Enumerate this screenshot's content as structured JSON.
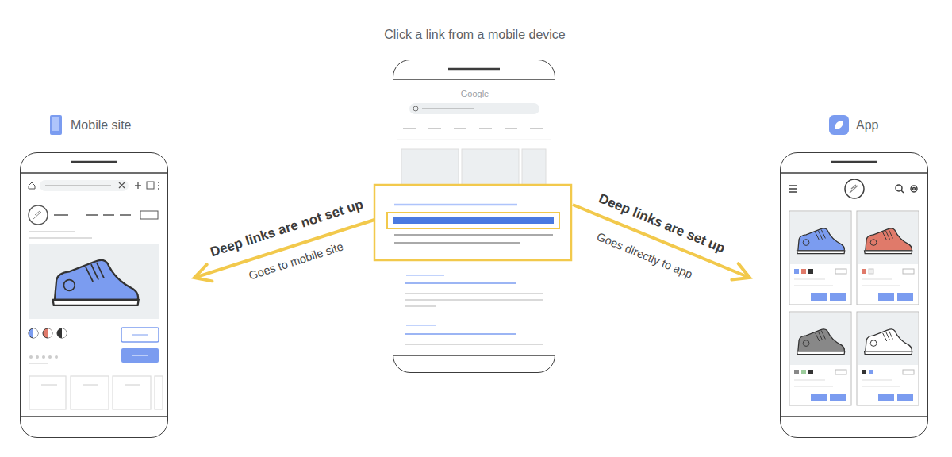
{
  "diagram": {
    "nodes": [
      {
        "text": [
          "Click a link from a mobile device",
          "Google"
        ]
      },
      {
        "text": [
          "Mobile site"
        ]
      },
      {
        "text": [
          "App"
        ]
      }
    ],
    "edges": [
      {
        "from": 0,
        "to": 1,
        "arrow": "to",
        "label": "Deep links are not set up"
      },
      {
        "from": 0,
        "to": 2,
        "arrow": "to",
        "label": "Deep links are set up"
      }
    ],
    "labels": [
      "Goes to mobile site",
      "Goes directly to app"
    ]
  }
}
